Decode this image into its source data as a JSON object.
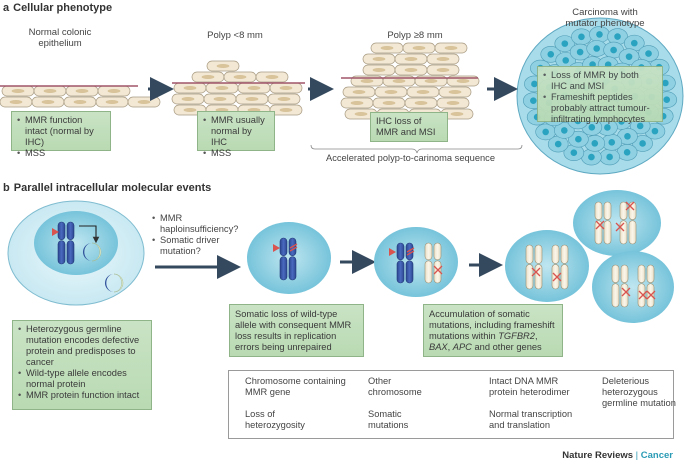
{
  "panel_a": {
    "letter": "a",
    "title": "Cellular phenotype",
    "stages": [
      {
        "label": "Normal colonic epithelium",
        "notes": [
          "MMR function intact (normal by IHC)",
          "MSS"
        ]
      },
      {
        "label": "Polyp <8 mm",
        "notes": [
          "MMR usually normal by IHC",
          "MSS"
        ]
      },
      {
        "label": "Polyp ≥8 mm",
        "notes_text": "IHC loss of MMR and MSI"
      },
      {
        "label": "Carcinoma with mutator phenotype",
        "notes": [
          "Loss of MMR by both IHC and MSI",
          "Frameshift peptides probably attract tumour-infiltrating lymphocytes"
        ]
      }
    ],
    "bracket_label": "Accelerated polyp-to-carinoma sequence"
  },
  "panel_b": {
    "letter": "b",
    "title": "Parallel intracellular molecular events",
    "arrow_questions": [
      "MMR haploinsufficiency?",
      "Somatic driver mutation?"
    ],
    "box_germline": [
      "Heterozygous germline mutation encodes defective protein and predisposes to cancer",
      "Wild-type allele encodes normal protein",
      "MMR protein function intact"
    ],
    "box_somatic_loss": "Somatic loss of wild-type allele with consequent MMR loss results in replication errors being unrepaired",
    "box_accumulation": {
      "prefix": "Accumulation of somatic mutations, including frameshift mutations within ",
      "gene1": "TGFBR2",
      "sep1": ", ",
      "gene2": "BAX",
      "sep2": ", ",
      "gene3": "APC",
      "suffix": " and other genes"
    }
  },
  "legend": {
    "mmr_chromosome": "Chromosome containing MMR gene",
    "other_chromosome": "Other chromosome",
    "heterodimer": "Intact DNA MMR protein heterodimer",
    "deleterious": "Deleterious heterozygous germline mutation",
    "loh": "Loss of heterozygosity",
    "somatic": "Somatic mutations",
    "transcription": "Normal transcription and translation"
  },
  "footer": {
    "publisher": "Nature Reviews",
    "separator": " | ",
    "journal": "Cancer"
  },
  "colors": {
    "cell_fill": "#f2e8d4",
    "cell_stroke": "#a89a82",
    "nucleus": "#d8c39a",
    "basement": "#a0556a",
    "tumour_cell": "#8fd0e2",
    "tumour_nucleus": "#2aa3c0",
    "nucleus_bg": "#8fcfe0",
    "cell_bg": "#d4eef5",
    "mmr_chrom": "#2f4f9a",
    "mutation": "#d9534f",
    "arrow": "#34495e",
    "green_box": "#c3e0bd"
  }
}
